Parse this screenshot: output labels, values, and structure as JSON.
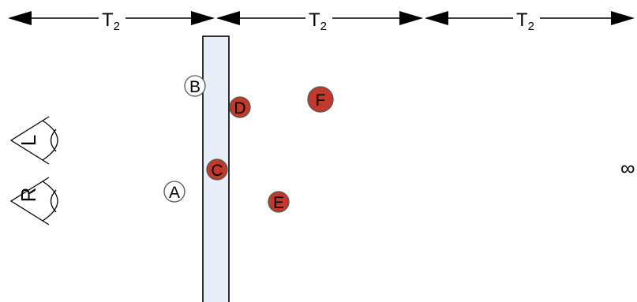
{
  "dimension_labels": {
    "segment_1": {
      "main": "T",
      "sub": "2"
    },
    "segment_2": {
      "main": "T",
      "sub": "2"
    },
    "segment_3": {
      "main": "T",
      "sub": "2"
    }
  },
  "eyes": {
    "left": "L",
    "right": "R"
  },
  "points": {
    "a": "A",
    "b": "B",
    "c": "C",
    "d": "D",
    "e": "E",
    "f": "F"
  },
  "infinity_symbol": "∞",
  "colors": {
    "bar_fill": "#e7eef8",
    "red_point": "#c0392b",
    "open_point": "#ffffff",
    "stroke": "#000000"
  }
}
